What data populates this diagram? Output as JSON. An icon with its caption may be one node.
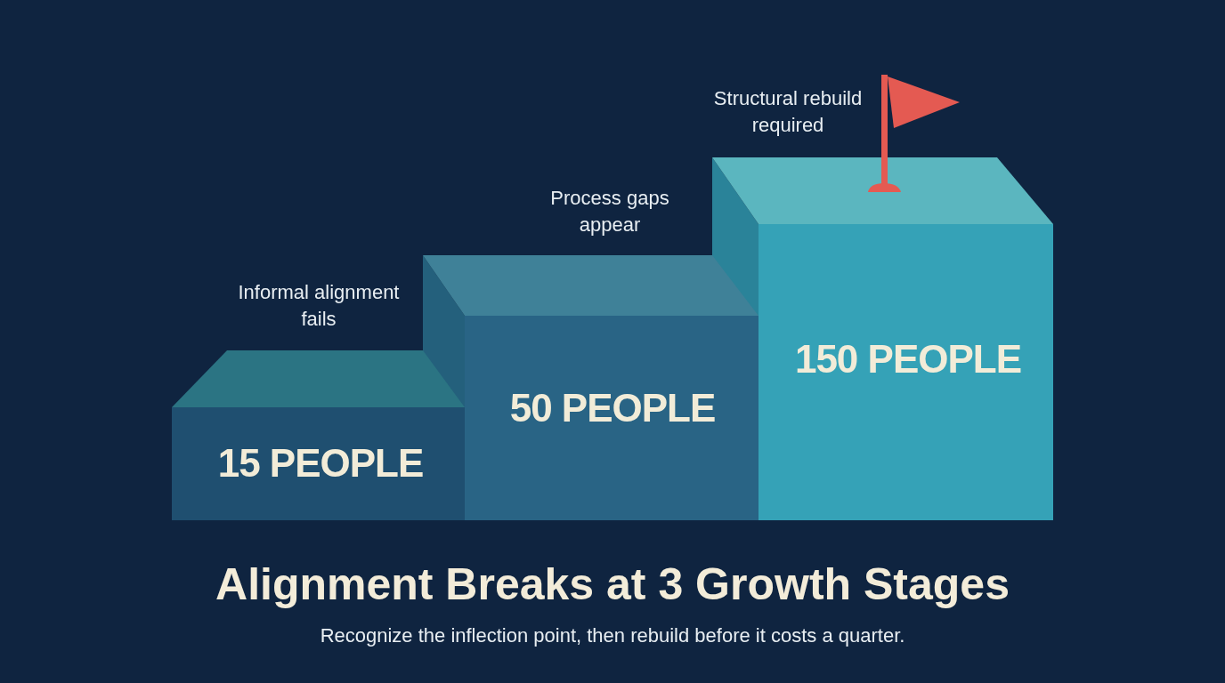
{
  "diagram": {
    "title": "Alignment Breaks at 3 Growth Stages",
    "caption": "Recognize the inflection point, then rebuild before it costs a quarter.",
    "nodes": [
      {
        "text": [
          "15 PEOPLE"
        ],
        "beside": [
          "Informal alignment fails"
        ]
      },
      {
        "text": [
          "50 PEOPLE"
        ],
        "beside": [
          "Process gaps appear"
        ]
      },
      {
        "text": [
          "150 PEOPLE"
        ],
        "beside": [
          "Structural rebuild required"
        ]
      }
    ],
    "edges": []
  }
}
